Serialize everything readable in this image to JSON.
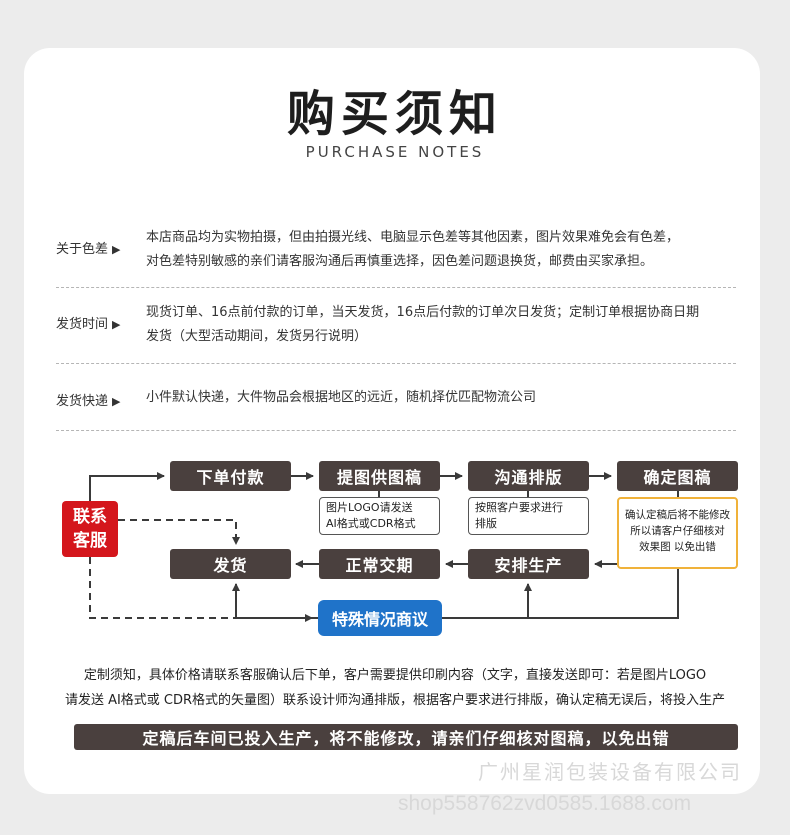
{
  "header": {
    "title": "购买须知",
    "subtitle": "PURCHASE NOTES"
  },
  "notices": [
    {
      "label": "关于色差",
      "lines": [
        "本店商品均为实物拍摄，但由拍摄光线、电脑显示色差等其他因素，图片效果难免会有色差，",
        "对色差特别敏感的亲们请客服沟通后再慎重选择，因色差问题退换货，邮费由买家承担。"
      ]
    },
    {
      "label": "发货时间",
      "lines": [
        "现货订单、16点前付款的订单，当天发货，16点后付款的订单次日发货；定制订单根据协商日期",
        "发货（大型活动期间，发货另行说明）"
      ]
    },
    {
      "label": "发货快递",
      "lines": [
        "小件默认快递，大件物品会根据地区的远近，随机择优匹配物流公司"
      ]
    }
  ],
  "arrow_glyph": "▶",
  "flow": {
    "step1": "下单付款",
    "step2": "提图供图稿",
    "step3": "沟通排版",
    "step4": "确定图稿",
    "step2_note": [
      "图片LOGO请发送",
      "AI格式或CDR格式"
    ],
    "step3_note": [
      "按照客户要求进行",
      "排版"
    ],
    "step4_note": [
      "确认定稿后将不能修改",
      "所以请客户仔细核对",
      "效果图 以免出错"
    ],
    "contact": [
      "联系",
      "客服"
    ],
    "ship": "发货",
    "deliver": "正常交期",
    "produce": "安排生产",
    "special": "特殊情况商议"
  },
  "custom": {
    "line1": "定制须知，具体价格请联系客服确认后下单，客户需要提供印刷内容（文字，直接发送即可：若是图片LOGO",
    "line2": "请发送 AI格式或 CDR格式的矢量图）联系设计师沟通排版，根据客户要求进行排版，确认定稿无误后，将投入生产"
  },
  "warning": "定稿后车间已投入生产，将不能修改，请亲们仔细核对图稿，以免出错",
  "watermark": {
    "company": "广州星润包装设备有限公司",
    "shop": "shop558762zvd0585.1688.com"
  },
  "colors": {
    "box_dark": "#4a403e",
    "contact_red": "#d4161c",
    "special_blue": "#1f73c9",
    "note_gold": "#f0b23a"
  }
}
